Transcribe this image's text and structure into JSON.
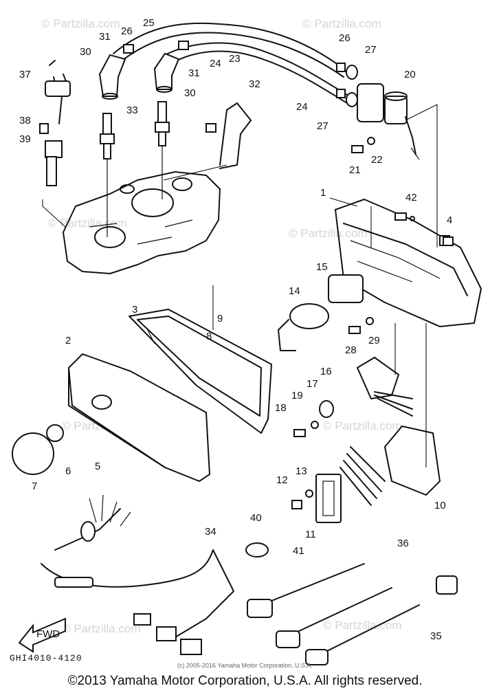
{
  "watermark": "© Partzilla.com",
  "diagram_code": "GHI4010-4120",
  "fwd_label": "FWD",
  "inner_copyright": "(c) 2005-2016 Yamaha Motor Corporation, U.S.A.",
  "copyright": "©2013 Yamaha Motor Corporation, U.S.A. All rights reserved.",
  "callouts": {
    "c1": "1",
    "c2": "2",
    "c3": "3",
    "c4": "4",
    "c5": "5",
    "c6": "6",
    "c7": "7",
    "c8": "8",
    "c9": "9",
    "c10": "10",
    "c11": "11",
    "c12": "12",
    "c13": "13",
    "c14": "14",
    "c15": "15",
    "c16": "16",
    "c17": "17",
    "c18": "18",
    "c19": "19",
    "c20": "20",
    "c21": "21",
    "c22": "22",
    "c23": "23",
    "c24a": "24",
    "c24b": "24",
    "c25": "25",
    "c26a": "26",
    "c26b": "26",
    "c27a": "27",
    "c27b": "27",
    "c28": "28",
    "c29": "29",
    "c30a": "30",
    "c30b": "30",
    "c31a": "31",
    "c31b": "31",
    "c32": "32",
    "c33": "33",
    "c34": "34",
    "c35": "35",
    "c36": "36",
    "c37": "37",
    "c38": "38",
    "c39": "39",
    "c40": "40",
    "c41": "41",
    "c42": "42"
  }
}
